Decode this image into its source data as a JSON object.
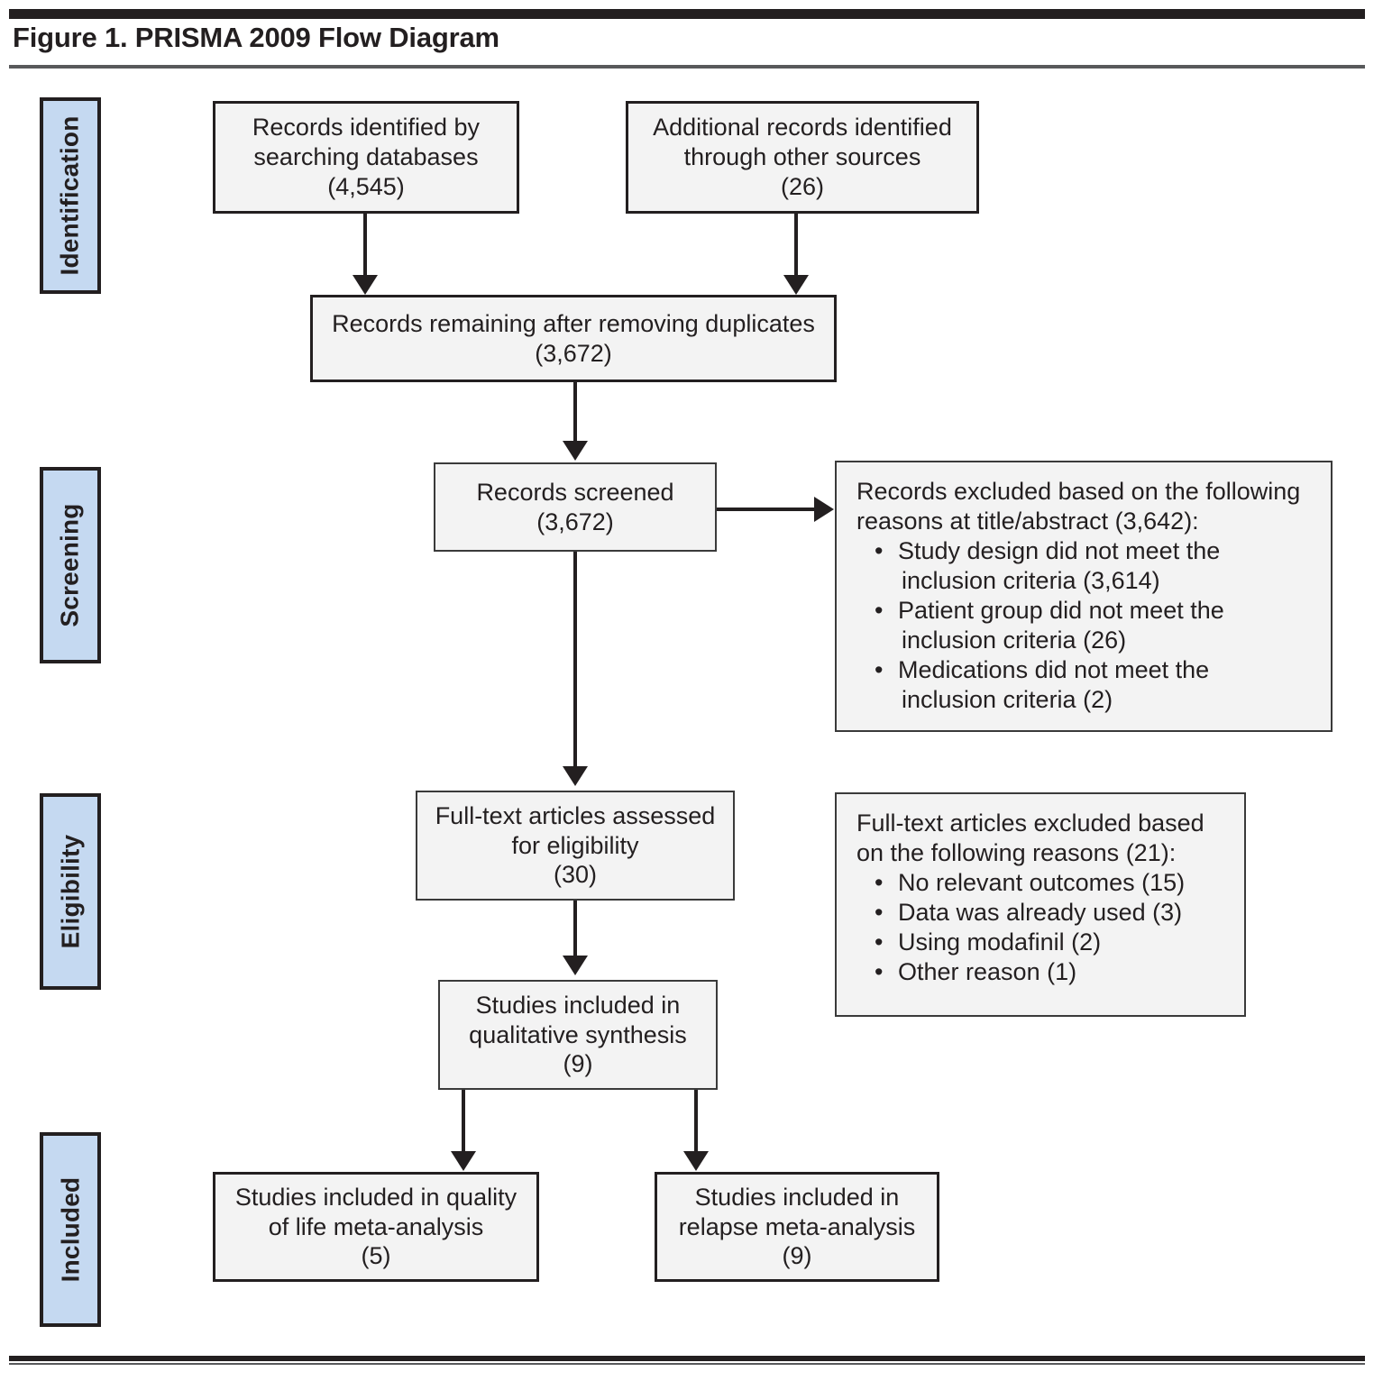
{
  "figure": {
    "title": "Figure 1. PRISMA 2009 Flow Diagram"
  },
  "stages": [
    {
      "id": "identification",
      "label": "Identification"
    },
    {
      "id": "screening",
      "label": "Screening"
    },
    {
      "id": "eligibility",
      "label": "Eligibility"
    },
    {
      "id": "included",
      "label": "Included"
    }
  ],
  "boxes": {
    "records_databases": {
      "line1": "Records identified by",
      "line2": "searching databases",
      "count": "(4,545)"
    },
    "records_other": {
      "line1": "Additional records identified",
      "line2": "through other sources",
      "count": "(26)"
    },
    "records_dedup": {
      "line1": "Records remaining after removing duplicates",
      "count": "(3,672)"
    },
    "records_screened": {
      "line1": "Records screened",
      "count": "(3,672)"
    },
    "records_excluded": {
      "line1": "Records excluded based on the following",
      "line2": "reasons at title/abstract (3,642):",
      "bullets": [
        {
          "text": "Study design did not meet the",
          "sub": "inclusion criteria (3,614)"
        },
        {
          "text": "Patient group did not meet the",
          "sub": "inclusion criteria (26)"
        },
        {
          "text": "Medications did not meet the",
          "sub": "inclusion criteria (2)"
        }
      ]
    },
    "fulltext_assessed": {
      "line1": "Full-text articles assessed",
      "line2": "for eligibility",
      "count": "(30)"
    },
    "fulltext_excluded": {
      "line1": "Full-text articles excluded based",
      "line2": "on the following reasons (21):",
      "bullets": [
        {
          "text": "No relevant outcomes (15)"
        },
        {
          "text": "Data was already used (3)"
        },
        {
          "text": "Using modafinil (2)"
        },
        {
          "text": "Other reason (1)"
        }
      ]
    },
    "qualitative_synthesis": {
      "line1": "Studies included in",
      "line2": "qualitative synthesis",
      "count": "(9)"
    },
    "qol_meta": {
      "line1": "Studies included in quality",
      "line2": "of life meta-analysis",
      "count": "(5)"
    },
    "relapse_meta": {
      "line1": "Studies included in",
      "line2": "relapse meta-analysis",
      "count": "(9)"
    }
  },
  "bullet_glyph": "•",
  "colors": {
    "stage_fill": "#c5d9f1",
    "box_fill": "#f3f3f3",
    "ink": "#231f20"
  }
}
